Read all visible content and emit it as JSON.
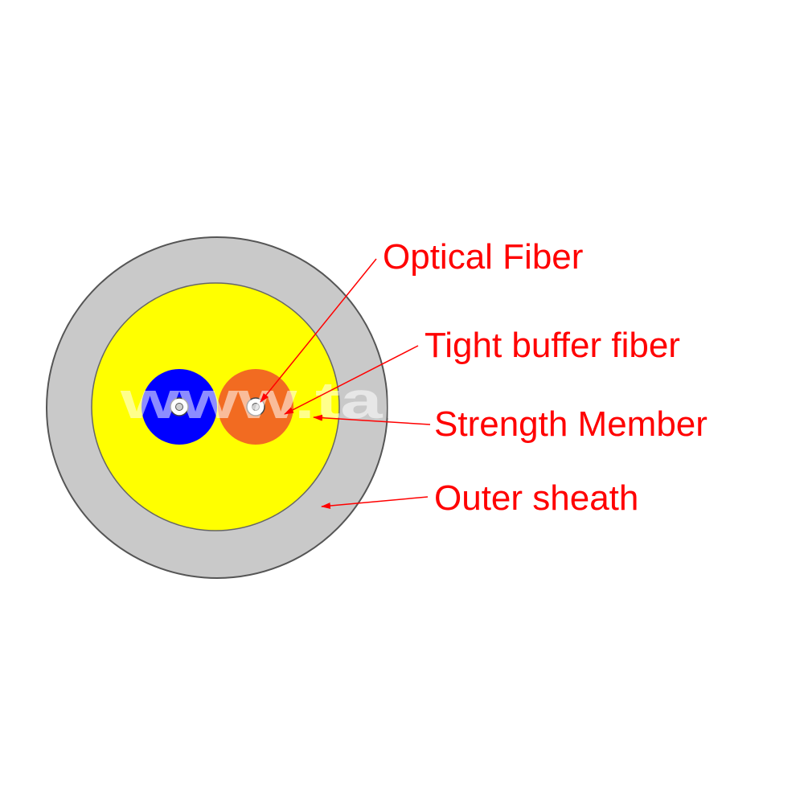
{
  "diagram": {
    "labels": {
      "optical_fiber": "Optical Fiber",
      "tight_buffer_fiber": "Tight buffer fiber",
      "strength_member": "Strength Member",
      "outer_sheath": "Outer sheath"
    },
    "watermark": "www.takfly.com",
    "colors": {
      "outer_sheath": "#c9c9c9",
      "outer_sheath_stroke": "#555555",
      "strength_member": "#ffff00",
      "fiber_left_buffer": "#0000ff",
      "fiber_right_buffer": "#f26b21",
      "annotation": "#ff0000",
      "core": "#ffffff"
    }
  }
}
